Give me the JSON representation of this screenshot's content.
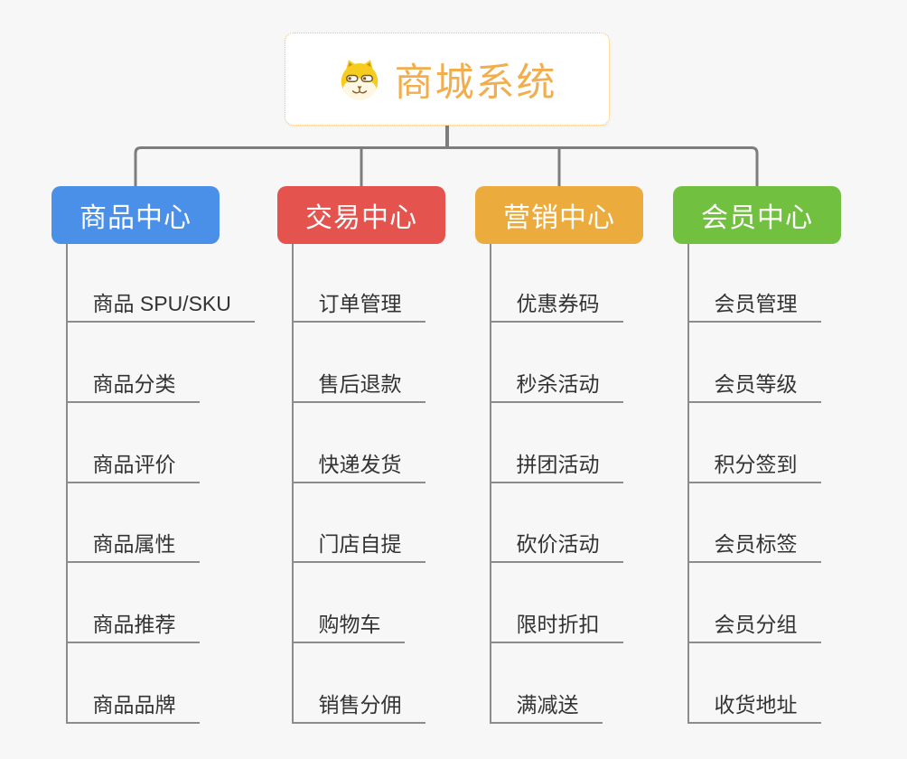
{
  "canvas": {
    "background": "#f7f7f7"
  },
  "root": {
    "title": "商城系统",
    "icon": "dog-face-icon",
    "text_color": "#f2ae4e",
    "border_color": "#f6c36b",
    "background": "#ffffff"
  },
  "branches": [
    {
      "label": "商品中心",
      "color": "#4a90e8",
      "text_color": "#ffffff",
      "children": [
        "商品 SPU/SKU",
        "商品分类",
        "商品评价",
        "商品属性",
        "商品推荐",
        "商品品牌"
      ]
    },
    {
      "label": "交易中心",
      "color": "#e5534f",
      "text_color": "#ffffff",
      "children": [
        "订单管理",
        "售后退款",
        "快递发货",
        "门店自提",
        "购物车",
        "销售分佣"
      ]
    },
    {
      "label": "营销中心",
      "color": "#ecac3d",
      "text_color": "#ffffff",
      "children": [
        "优惠券码",
        "秒杀活动",
        "拼团活动",
        "砍价活动",
        "限时折扣",
        "满减送"
      ]
    },
    {
      "label": "会员中心",
      "color": "#72c040",
      "text_color": "#ffffff",
      "children": [
        "会员管理",
        "会员等级",
        "积分签到",
        "会员标签",
        "会员分组",
        "收货地址"
      ]
    }
  ],
  "lines": {
    "connector_color": "#7d7d7d",
    "branch_line_color": "#8c8c8c"
  },
  "leaf": {
    "text_color": "#333333"
  }
}
